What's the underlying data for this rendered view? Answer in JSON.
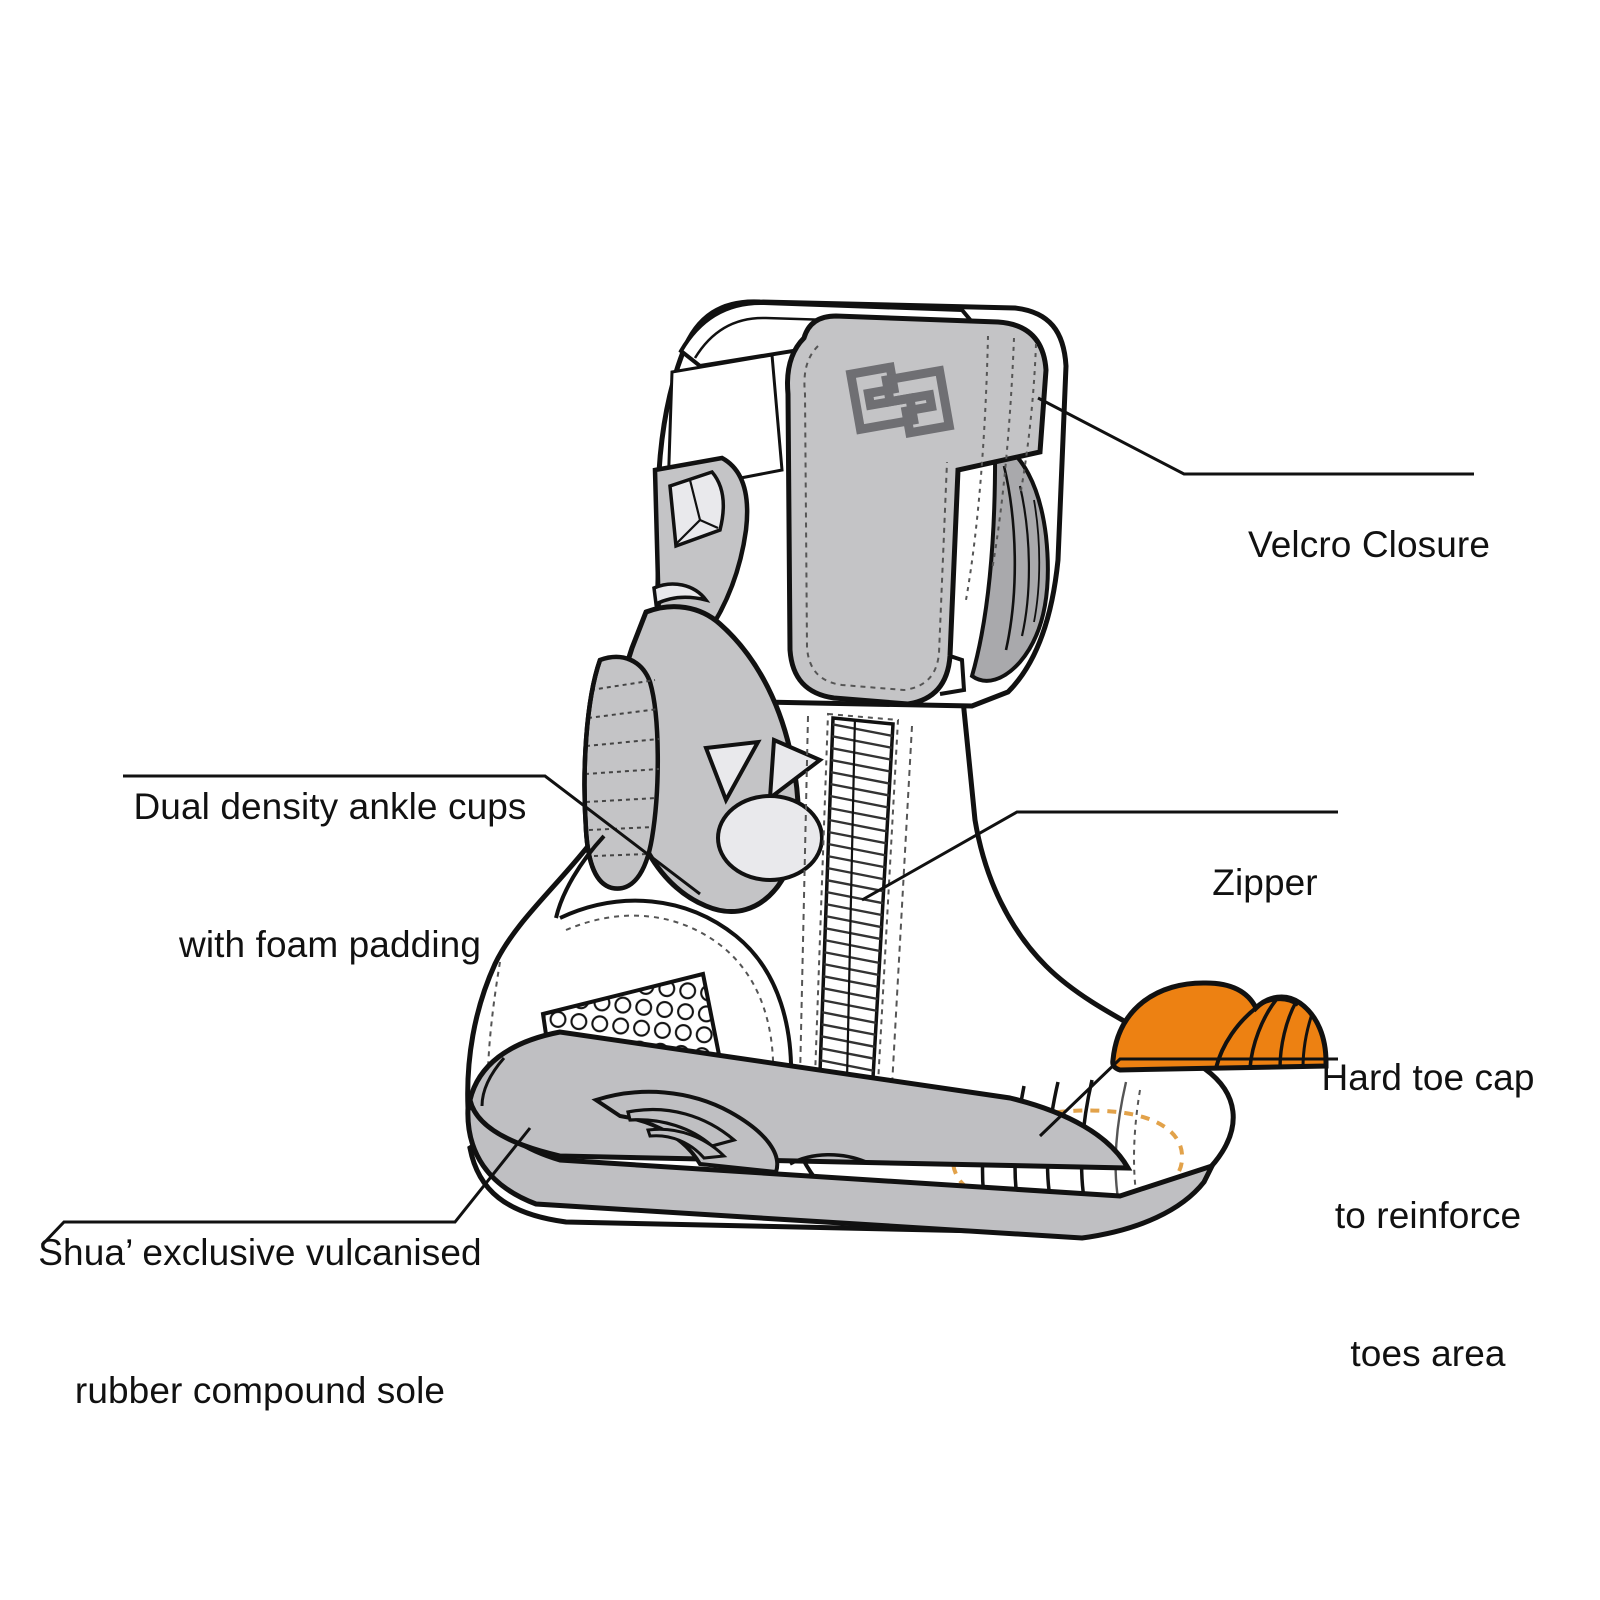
{
  "diagram": {
    "title": "Motorcycle racing boot feature callout diagram",
    "background_color": "#ffffff",
    "line_color": "#111111",
    "colors": {
      "outline": "#111111",
      "leader_line": "#111111",
      "panel_gray_light": "#E9E9EC",
      "panel_gray_mid": "#C4C4C6",
      "panel_gray_dark": "#A9A9AC",
      "sole_gray": "#BFBFC2",
      "toe_cap_orange": "#ED8112",
      "toe_cap_dotted_outline": "#E2A24A",
      "logo_gray": "#6F6F73",
      "white": "#FFFFFF"
    },
    "callouts": [
      {
        "id": "velcro-closure",
        "label": "Velcro Closure",
        "lines": [
          "Velcro Closure"
        ],
        "align": "left",
        "underline": true,
        "anchor_part": "velcro flap at top of boot shaft"
      },
      {
        "id": "dual-density-ankle-cups",
        "label": "Dual density ankle cups with foam padding",
        "lines": [
          "Dual density ankle cups",
          "with foam padding"
        ],
        "align": "center",
        "underline": true,
        "anchor_part": "ankle cup / foam padding area"
      },
      {
        "id": "zipper",
        "label": "Zipper",
        "lines": [
          "Zipper"
        ],
        "align": "center",
        "underline": true,
        "anchor_part": "vertical zipper on boot side"
      },
      {
        "id": "hard-toe-cap",
        "label": "Hard toe cap to reinforce toes area",
        "lines": [
          "Hard toe cap",
          "to reinforce",
          "toes area"
        ],
        "align": "center",
        "underline": true,
        "anchor_part": "orange hard toe cap insert"
      },
      {
        "id": "vulcanised-sole",
        "label": "Shua’ exclusive vulcanised rubber compound sole",
        "lines": [
          "Shua’ exclusive vulcanised",
          "rubber compound sole"
        ],
        "align": "center",
        "underline": true,
        "anchor_part": "vulcanised rubber sole"
      }
    ],
    "parts": [
      {
        "name": "boot-shaft",
        "color": "#FFFFFF"
      },
      {
        "name": "velcro-flap",
        "color": "#C4C4C6"
      },
      {
        "name": "brand-logo",
        "color": "#6F6F73"
      },
      {
        "name": "heel-collar",
        "color": "#A9A9AC"
      },
      {
        "name": "shin-plate",
        "color": "#C4C4C6"
      },
      {
        "name": "ankle-cup",
        "color": "#C4C4C6"
      },
      {
        "name": "ankle-cup-inner",
        "color": "#E9E9EC"
      },
      {
        "name": "accordion-flex-panel",
        "color": "#C4C4C6"
      },
      {
        "name": "zipper",
        "color": "#FFFFFF"
      },
      {
        "name": "perforated-mesh-panel",
        "color": "#FFFFFF"
      },
      {
        "name": "sole",
        "color": "#BFBFC2"
      },
      {
        "name": "toe-cap",
        "color": "#ED8112"
      },
      {
        "name": "toe-cap-ghost-outline",
        "color": "#E2A24A"
      }
    ]
  }
}
